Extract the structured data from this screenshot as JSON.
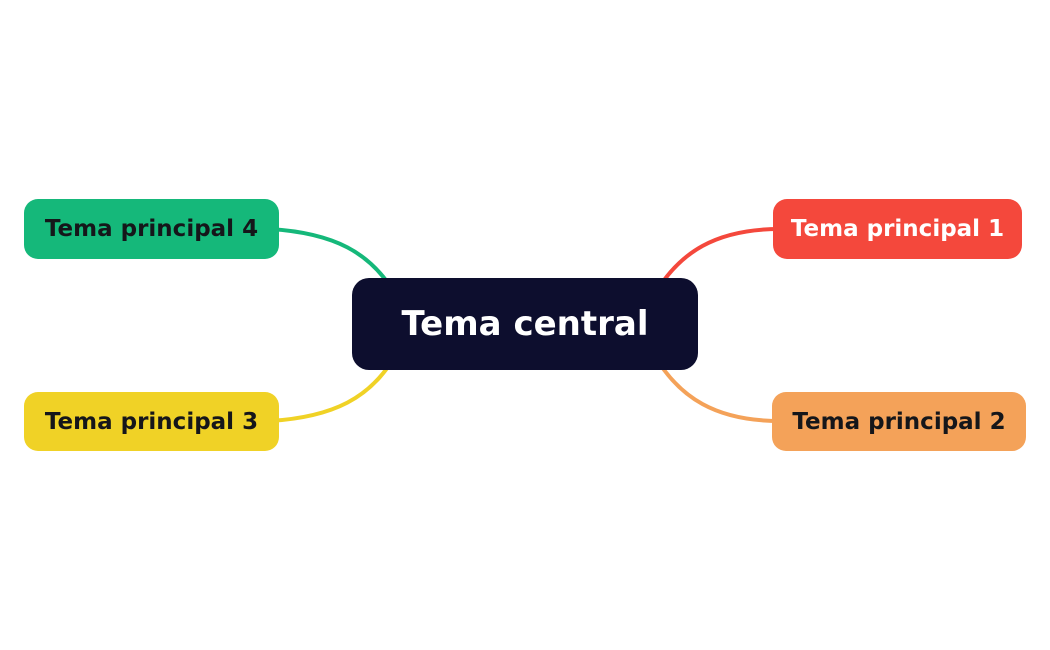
{
  "app": {
    "type": "mind-map",
    "canvas_background": "#ffffff"
  },
  "central_node": {
    "label": "Tema central",
    "bg": "#0d0e2e",
    "text_color": "#ffffff"
  },
  "branch_nodes": [
    {
      "label": "Tema principal 1",
      "bg": "#f4483c",
      "text_color": "#ffffff",
      "position": "top-right"
    },
    {
      "label": "Tema principal 2",
      "bg": "#f4a259",
      "text_color": "#15161a",
      "position": "bottom-right"
    },
    {
      "label": "Tema principal 3",
      "bg": "#f0d226",
      "text_color": "#15161a",
      "position": "bottom-left"
    },
    {
      "label": "Tema principal 4",
      "bg": "#15b87a",
      "text_color": "#15161a",
      "position": "top-left"
    }
  ],
  "connectors": [
    {
      "from": "central-node",
      "to": "branch-node-1",
      "color": "#f4483c"
    },
    {
      "from": "central-node",
      "to": "branch-node-2",
      "color": "#f4a259"
    },
    {
      "from": "central-node",
      "to": "branch-node-3",
      "color": "#f0d226"
    },
    {
      "from": "central-node",
      "to": "branch-node-4",
      "color": "#15b87a"
    }
  ]
}
